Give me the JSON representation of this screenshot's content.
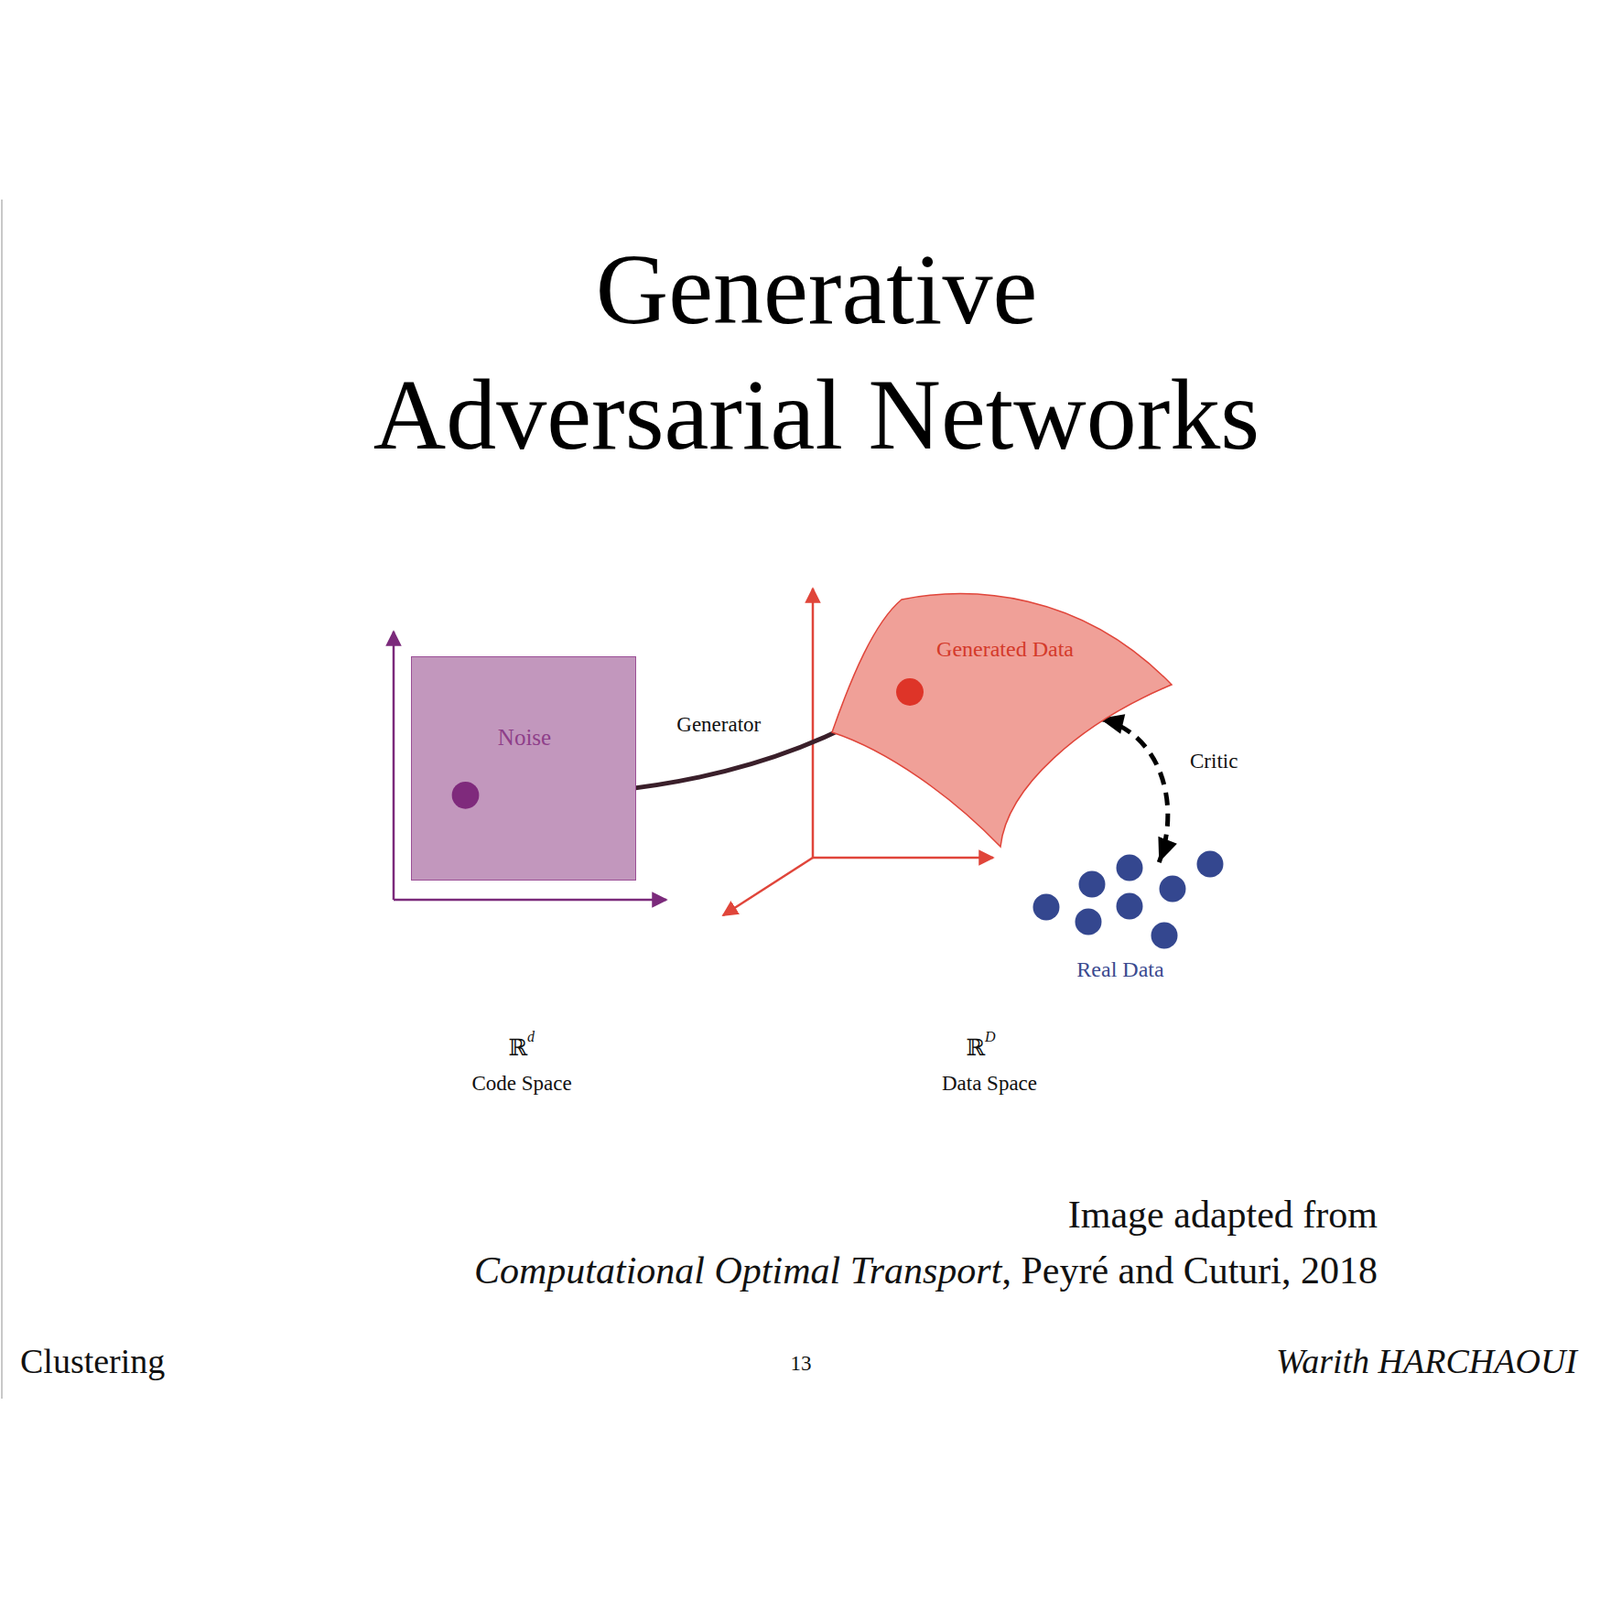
{
  "diagram": {
    "title": "Generative Adversarial Networks",
    "nodes": [
      {
        "text": [
          "Noise"
        ]
      },
      {
        "text": [
          "Generated Data"
        ]
      },
      {
        "text": [
          "Real Data"
        ]
      }
    ],
    "edges": [
      {
        "from": 0,
        "to": 1,
        "arrow": "to",
        "label": "Generator"
      },
      {
        "from": 1,
        "to": 2,
        "arrow": "both",
        "label": "Critic"
      }
    ],
    "labels": [
      "ℝ",
      "d",
      "Code Space",
      "ℝ",
      "D",
      "Data Space",
      "Image adapted from",
      "Computational Optimal Transport",
      ", Peyré and Cuturi, 2018",
      "Clustering",
      "13",
      "Warith HARCHAOUI"
    ]
  }
}
